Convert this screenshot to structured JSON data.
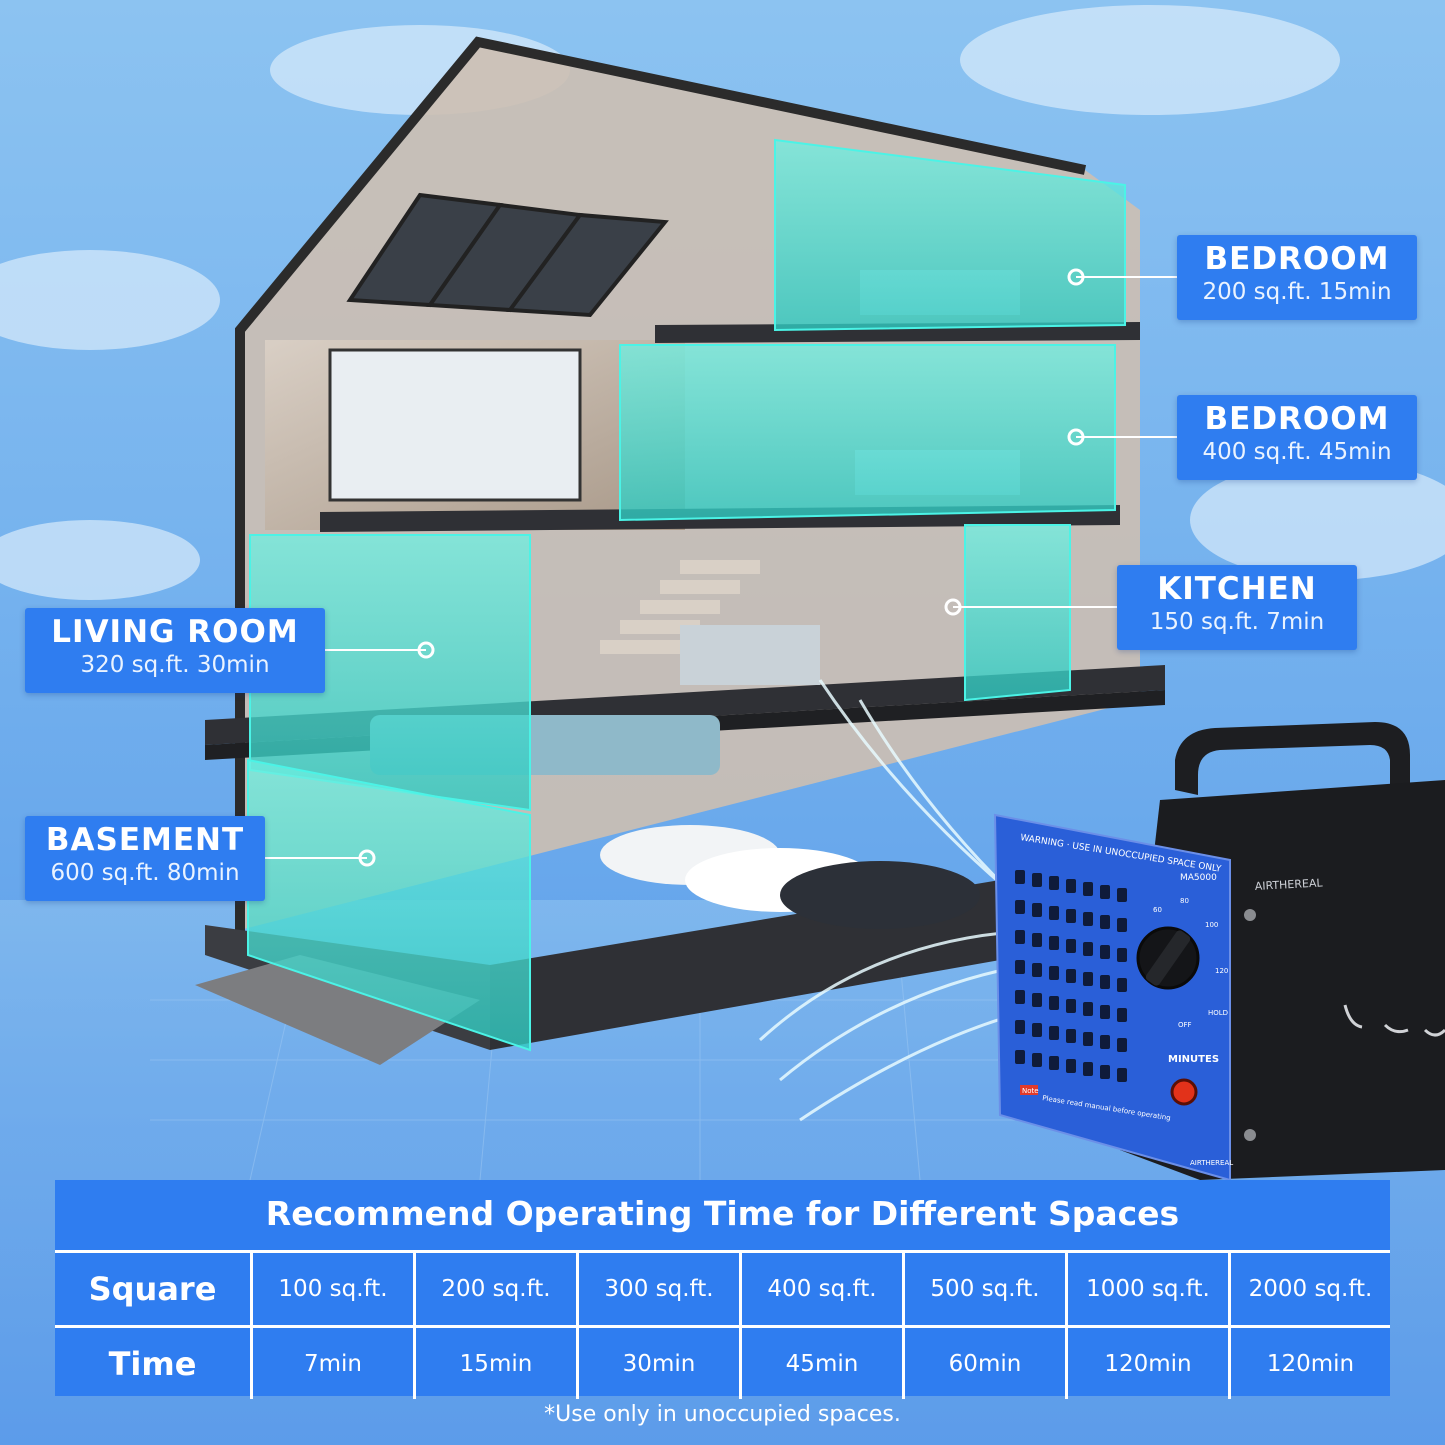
{
  "rooms": [
    {
      "title": "BEDROOM",
      "detail": "200 sq.ft. 15min"
    },
    {
      "title": "BEDROOM",
      "detail": "400 sq.ft. 45min"
    },
    {
      "title": "KITCHEN",
      "detail": "150 sq.ft. 7min"
    },
    {
      "title": "LIVING ROOM",
      "detail": "320 sq.ft. 30min"
    },
    {
      "title": "BASEMENT",
      "detail": "600 sq.ft. 80min"
    }
  ],
  "device": {
    "brand": "AIRTHEREAL",
    "model": "MA5000",
    "warning": "WARNING · USE IN UNOCCUPIED SPACE ONLY",
    "note_tag": "Note",
    "note": "Please read manual before operating",
    "minutes_label": "MINUTES",
    "off_label": "OFF",
    "hold_label": "HOLD",
    "dial_marks": [
      "60",
      "80",
      "100",
      "120"
    ]
  },
  "table": {
    "title": "Recommend Operating Time for Different Spaces",
    "row_square_label": "Square",
    "row_time_label": "Time",
    "squares": [
      "100 sq.ft.",
      "200 sq.ft.",
      "300 sq.ft.",
      "400 sq.ft.",
      "500 sq.ft.",
      "1000 sq.ft.",
      "2000 sq.ft."
    ],
    "times": [
      "7min",
      "15min",
      "30min",
      "45min",
      "60min",
      "120min",
      "120min"
    ]
  },
  "footnote": "*Use only in unoccupied spaces.",
  "colors": {
    "label_bg": "#2f7df0",
    "device_panel": "#2a5fd8",
    "teal_highlight": "#3fe0d0",
    "sky": "#7ab6ef"
  }
}
